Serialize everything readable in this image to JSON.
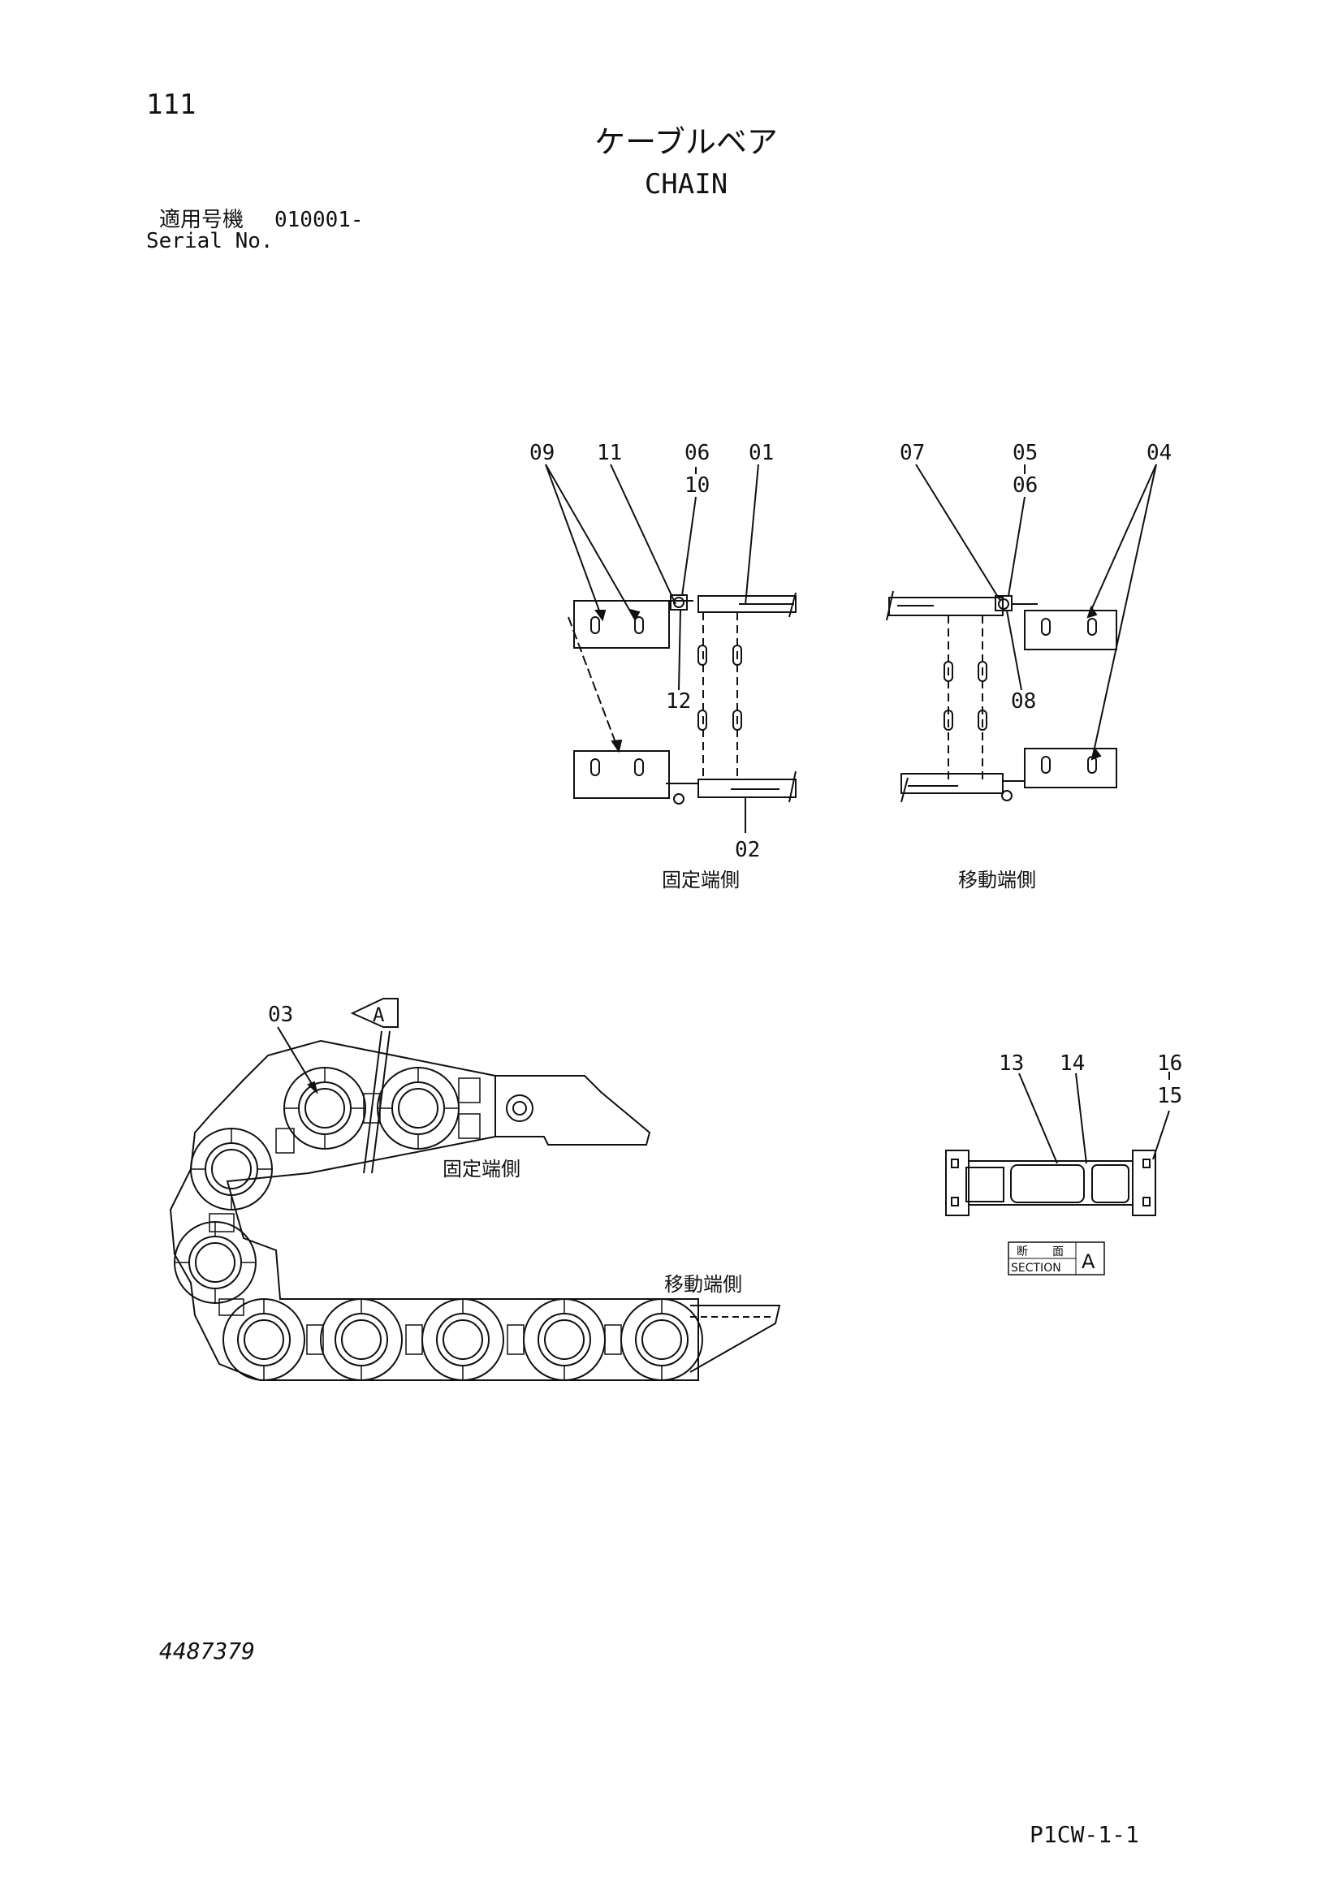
{
  "header": {
    "page_number": "111",
    "title_jp": "ケーブルベア",
    "title_en": "CHAIN",
    "serial_label_jp": "適用号機",
    "serial_value": "010001-",
    "serial_label_en": "Serial No."
  },
  "views": {
    "fixed_side_label": "固定端側",
    "moving_side_label": "移動端側",
    "fixed_side_label_2": "固定端側",
    "moving_side_label_2": "移動端側",
    "section_jp_1": "断",
    "section_jp_2": "面",
    "section_en": "SECTION",
    "section_letter": "A",
    "view_arrow_letter": "A"
  },
  "callouts": {
    "c09": "09",
    "c11": "11",
    "c06a": "06",
    "c10": "10",
    "c01": "01",
    "c12": "12",
    "c02": "02",
    "c07": "07",
    "c05": "05",
    "c06b": "06",
    "c04": "04",
    "c08": "08",
    "c03": "03",
    "c13": "13",
    "c14": "14",
    "c16": "16",
    "c15": "15"
  },
  "footer": {
    "doc_number": "4487379",
    "sheet_code": "P1CW-1-1"
  }
}
